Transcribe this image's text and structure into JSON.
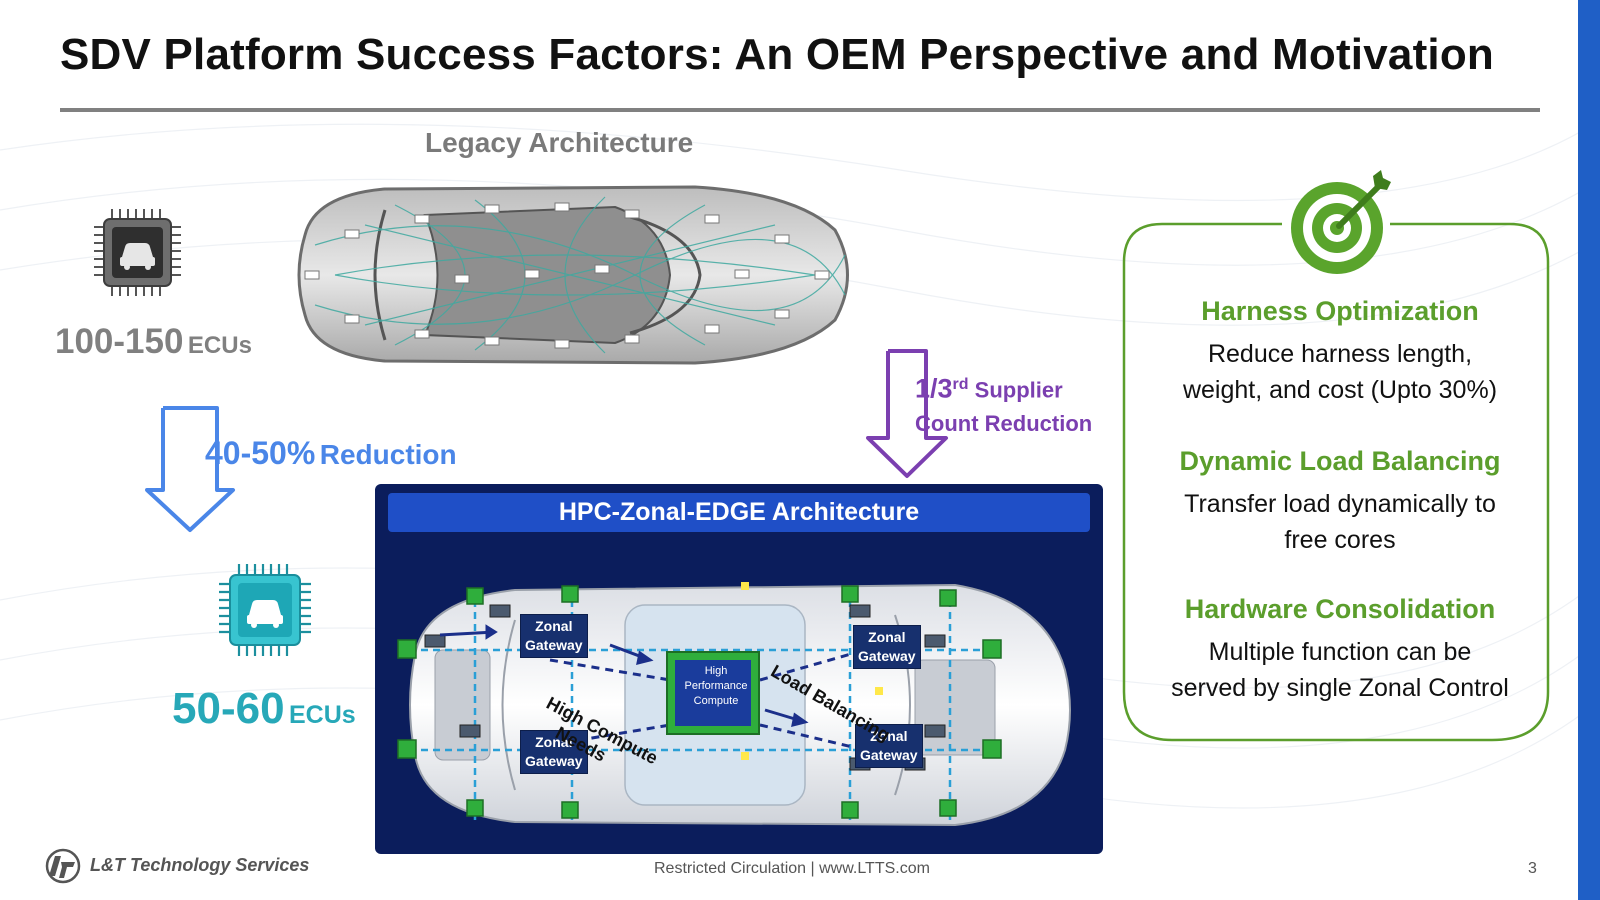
{
  "slide": {
    "title": "SDV Platform Success Factors: An OEM Perspective and Motivation",
    "page_number": "3"
  },
  "legacy": {
    "label": "Legacy Architecture",
    "ecu_value": "100-150",
    "ecu_unit": "ECUs",
    "chip_icon": "car-chip-icon-gray"
  },
  "reduction": {
    "percent": "40-50%",
    "word": "Reduction"
  },
  "new_arch": {
    "ecu_value": "50-60",
    "ecu_unit": "ECUs",
    "chip_icon": "car-chip-icon-teal"
  },
  "supplier": {
    "fraction": "1/3",
    "superscript": "rd",
    "line1": "Supplier",
    "line2": "Count Reduction"
  },
  "hpc_panel": {
    "title": "HPC-Zonal-EDGE Architecture",
    "zonal_gateways": [
      {
        "line1": "Zonal",
        "line2": "Gateway"
      },
      {
        "line1": "Zonal",
        "line2": "Gateway"
      },
      {
        "line1": "Zonal",
        "line2": "Gateway"
      },
      {
        "line1": "Zonal",
        "line2": "Gateway"
      }
    ],
    "hpc_chip": {
      "line1": "High",
      "line2": "Performance",
      "line3": "Compute"
    },
    "high_compute_label": {
      "line1": "High Compute",
      "line2": "Needs"
    },
    "load_balancing_label": "Load Balancing"
  },
  "benefits": {
    "icon": "target-icon",
    "items": [
      {
        "heading": "Harness Optimization",
        "line1": "Reduce harness length,",
        "line2": "weight, and cost (Upto 30%)"
      },
      {
        "heading": "Dynamic Load Balancing",
        "line1": "Transfer load dynamically to",
        "line2": "free cores"
      },
      {
        "heading": "Hardware Consolidation",
        "line1": "Multiple function can be",
        "line2": "served by single Zonal Control"
      }
    ]
  },
  "footer": {
    "company": "L&T Technology Services",
    "center": "Restricted Circulation | www.LTTS.com"
  },
  "colors": {
    "accent_blue": "#1f5fc6",
    "panel_navy": "#0b1d5c",
    "reduction_blue": "#4a86e8",
    "teal": "#27a8b8",
    "purple": "#7b3fb0",
    "green": "#5b9e2c"
  }
}
